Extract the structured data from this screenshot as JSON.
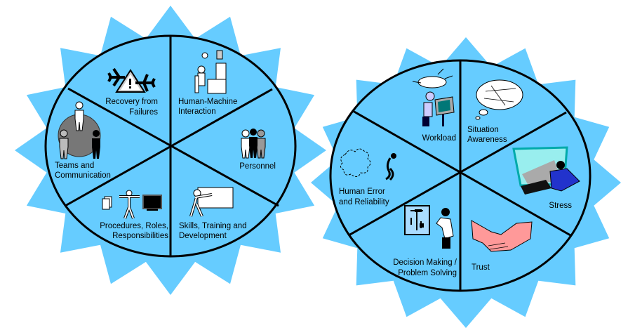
{
  "colors": {
    "star": "#66CCFF",
    "wheel": "#66CCFF",
    "line": "#000000",
    "white": "#FFFFFF",
    "gray": "#999999"
  },
  "left_wheel": {
    "segments": [
      {
        "lines": [
          "Recovery from",
          "Failures"
        ],
        "icon": "aircraft-warning-icon"
      },
      {
        "lines": [
          "Human-Machine",
          "Interaction"
        ],
        "icon": "operator-console-icon"
      },
      {
        "lines": [
          "Personnel"
        ],
        "icon": "people-group-icon"
      },
      {
        "lines": [
          "Skills, Training and",
          "Development"
        ],
        "icon": "presenter-board-icon"
      },
      {
        "lines": [
          "Procedures, Roles,",
          "Responsibilities"
        ],
        "icon": "documents-person-monitor-icon"
      },
      {
        "lines": [
          "Teams and",
          "Communication"
        ],
        "icon": "team-globe-icon"
      }
    ]
  },
  "right_wheel": {
    "segments": [
      {
        "lines": [
          "Workload"
        ],
        "icon": "stressed-computer-user-icon"
      },
      {
        "lines": [
          "Situation",
          "Awareness"
        ],
        "icon": "thought-cloud-icon"
      },
      {
        "lines": [
          "Stress"
        ],
        "icon": "pilot-simulator-icon"
      },
      {
        "lines": [
          "Trust"
        ],
        "icon": "handshake-icon"
      },
      {
        "lines": [
          "Decision Making /",
          "Problem Solving"
        ],
        "icon": "flowchart-presenter-icon"
      },
      {
        "lines": [
          "Human Error",
          "and Reliability"
        ],
        "icon": "explosion-figure-icon"
      }
    ]
  }
}
